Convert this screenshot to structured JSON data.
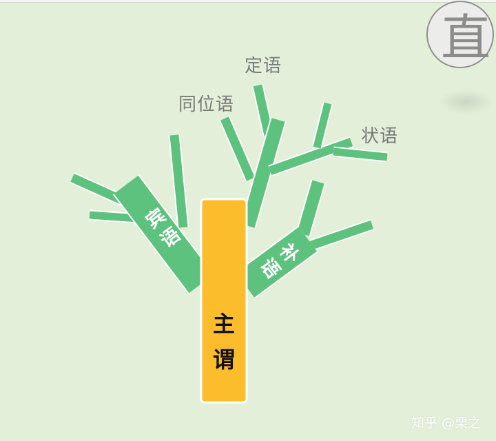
{
  "corner_stamp": {
    "char": "直"
  },
  "labels": {
    "dingyu": "定语",
    "tongweiyu": "同位语",
    "zhuangyu": "状语"
  },
  "branch_labels": {
    "object": "宾语",
    "complement": "补语"
  },
  "trunk": {
    "text": "主谓"
  },
  "watermark": {
    "text": "知乎 @栗之"
  },
  "colors": {
    "background": "#e3efd9",
    "branch_green": "#5cc27e",
    "trunk_yellow": "#fbbd2c",
    "outline": "#ffffff",
    "label_gray": "#7a7a7a"
  }
}
